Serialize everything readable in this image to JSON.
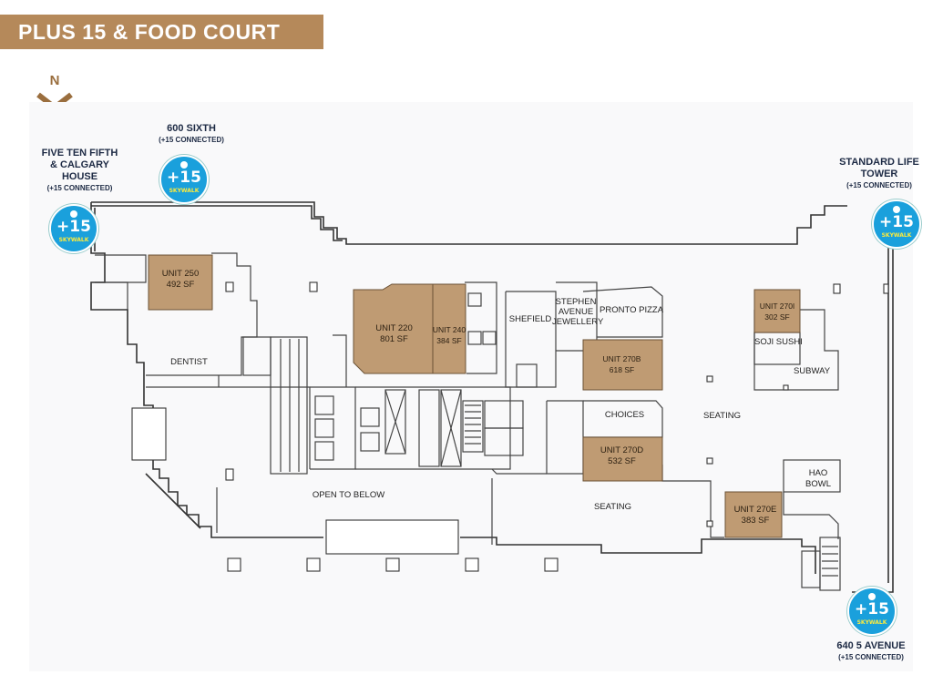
{
  "title": "PLUS 15 & FOOD COURT",
  "north_label": "N",
  "colors": {
    "banner": "#b5895a",
    "available_unit": "#bf9b73",
    "wall": "#333333",
    "skywalk_badge": "#1aa0dc"
  },
  "connections": [
    {
      "name_lines": [
        "FIVE TEN FIFTH",
        "& CALGARY",
        "HOUSE"
      ],
      "sub": "(+15 CONNECTED)"
    },
    {
      "name_lines": [
        "600 SIXTH"
      ],
      "sub": "(+15 CONNECTED)"
    },
    {
      "name_lines": [
        "STANDARD LIFE",
        "TOWER"
      ],
      "sub": "(+15 CONNECTED)"
    },
    {
      "name_lines": [
        "640 5 AVENUE"
      ],
      "sub": "(+15 CONNECTED)"
    }
  ],
  "badge": {
    "symbol": "+15",
    "text": "SKYWALK",
    "icon": "plus15-skywalk-icon"
  },
  "units": [
    {
      "name": "UNIT 250",
      "area": "492 SF"
    },
    {
      "name": "UNIT 220",
      "area": "801 SF"
    },
    {
      "name": "UNIT 240",
      "area": "384 SF"
    },
    {
      "name": "UNIT 270B",
      "area": "618 SF"
    },
    {
      "name": "UNIT 270D",
      "area": "532 SF"
    },
    {
      "name": "UNIT 270E",
      "area": "383 SF"
    },
    {
      "name": "UNIT 270I",
      "area": "302 SF"
    }
  ],
  "tenants": {
    "dentist": "DENTIST",
    "shefield": "SHEFIELD",
    "stephen_lines": [
      "STEPHEN",
      "AVENUE",
      "JEWELLERY"
    ],
    "pronto": "PRONTO PIZZA",
    "choices": "CHOICES",
    "soji": "SOJI SUSHI",
    "subway": "SUBWAY",
    "hao_lines": [
      "HAO",
      "BOWL"
    ]
  },
  "areas": {
    "seating_east": "SEATING",
    "seating_south": "SEATING",
    "open_to_below": "OPEN TO BELOW"
  }
}
